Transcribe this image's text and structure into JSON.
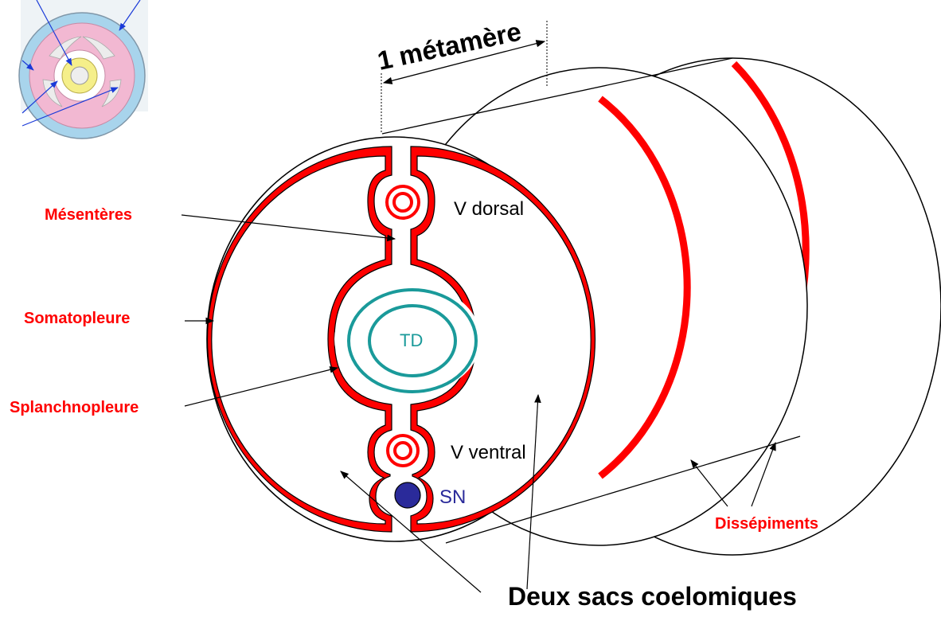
{
  "title": "1 métamère",
  "labels": {
    "mesenteres": "Mésentères",
    "somatopleure": "Somatopleure",
    "splanchnopleure": "Splanchnopleure",
    "dissepiments": "Dissépiments",
    "v_dorsal": "V dorsal",
    "v_ventral": "V ventral",
    "td": "TD",
    "sn": "SN",
    "sacs": "Deux sacs coelomiques"
  },
  "colors": {
    "membrane_red": "#ff0000",
    "outline": "#000000",
    "digestive_teal": "#1a9a9a",
    "nerve_blue": "#2a2a9a",
    "thumb_blue": "#a8d4ec",
    "thumb_pink": "#f2b8d2",
    "thumb_yellow": "#f5ef8a",
    "arrow_blue": "#1a3ad8"
  }
}
